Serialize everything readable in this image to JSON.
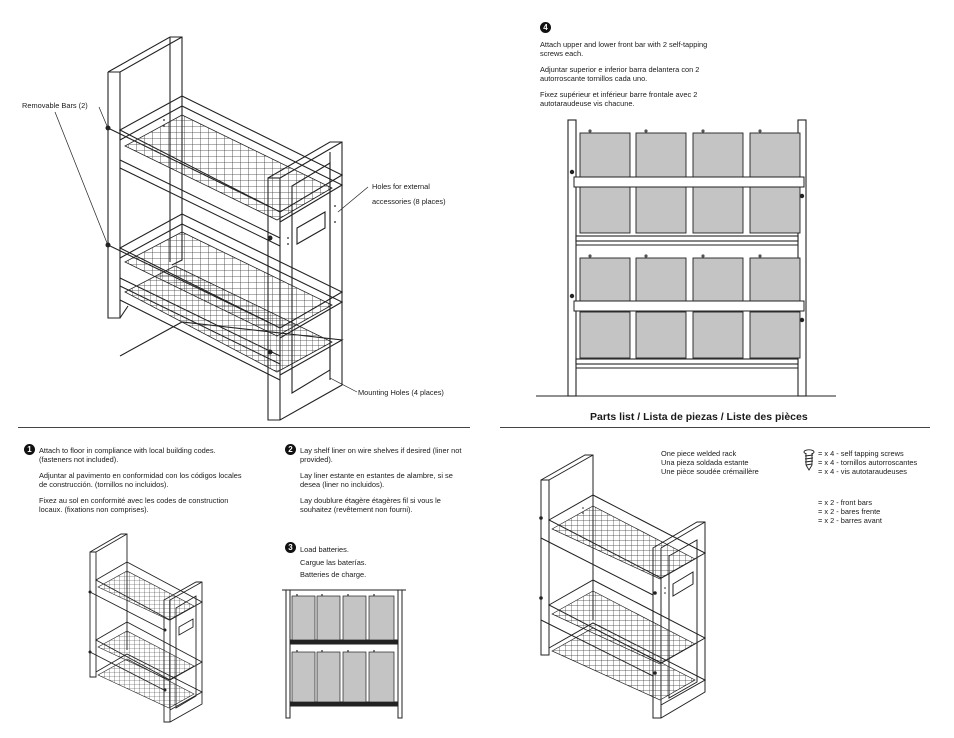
{
  "top_left": {
    "label_removable": "Removable Bars (2)",
    "label_holes_1": "Holes for external",
    "label_holes_2": "accessories (8 places)",
    "label_mounting": "Mounting Holes (4 places)"
  },
  "step4": {
    "number": "4",
    "en": "Attach upper and lower front bar with 2 self-tapping screws each.",
    "es": "Adjuntar superior e inferior barra delantera con 2 autorroscante tornillos cada uno.",
    "fr": "Fixez supérieur et inférieur barre frontale avec 2 autotaraudeuse vis chacune."
  },
  "step1": {
    "number": "1",
    "en": "Attach to floor in compliance with local building codes. (fasteners not included).",
    "es": "Adjuntar al pavimento en conformidad con los códigos locales de construcción. (tornillos no incluidos).",
    "fr": "Fixez au sol en conformité avec les codes de construction locaux. (fixations non comprises)."
  },
  "step2": {
    "number": "2",
    "en": "Lay shelf liner on wire shelves if desired (liner not provided).",
    "es": "Lay liner estante en estantes de alambre, si se desea (liner no incluidos).",
    "fr": "Lay doublure étagère étagères fil si vous le souhaitez (revêtement non fourni)."
  },
  "step3": {
    "number": "3",
    "en": "Load batteries.",
    "es": "Cargue las baterías.",
    "fr": "Batteries de charge."
  },
  "parts": {
    "title": "Parts list / Lista de piezas / Liste des pièces",
    "rack_en": "One piece welded rack",
    "rack_es": "Una pieza soldada estante",
    "rack_fr": "Une pièce soudée crémaillère",
    "screws_en": "= x 4 - self tapping screws",
    "screws_es": "= x 4 - tornillos autorroscantes",
    "screws_fr": "= x 4 - vis autotaraudeuses",
    "bars_en": "= x 2  - front bars",
    "bars_es": "= x 2  - bares frente",
    "bars_fr": "= x 2 -  barres avant"
  }
}
